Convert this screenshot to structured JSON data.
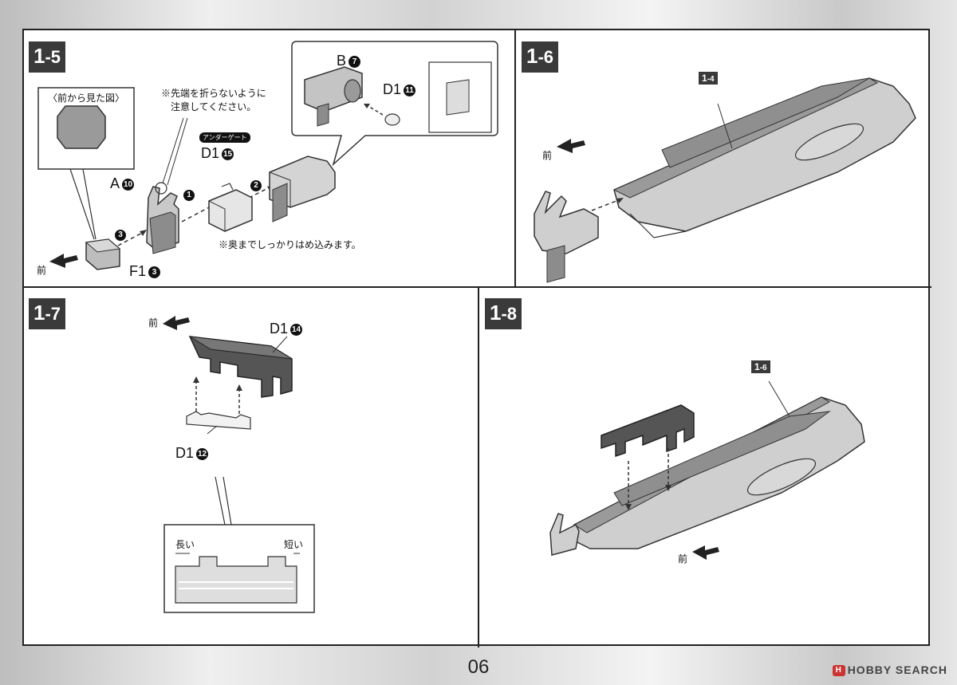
{
  "page_number": "06",
  "watermark": {
    "logo": "H",
    "text": "HOBBY SEARCH"
  },
  "steps": {
    "s1_5": {
      "badge_main": "1",
      "badge_sub": "-5",
      "front_view_title": "〈前から見た図〉",
      "caution_line1": "※先端を折らないように",
      "caution_line2": "注意してください。",
      "under_gate": "アンダーゲート",
      "part_a": "A",
      "part_a_num": "10",
      "part_d1_15": "D1",
      "part_d1_15_num": "15",
      "part_b": "B",
      "part_b_num": "7",
      "part_d1_11": "D1",
      "part_d1_11_num": "11",
      "part_f1": "F1",
      "part_f1_num": "3",
      "arrow1": "1",
      "arrow2": "2",
      "arrow3": "3",
      "note": "※奥までしっかりはめ込みます。",
      "front": "前"
    },
    "s1_6": {
      "badge_main": "1",
      "badge_sub": "-6",
      "ref_main": "1",
      "ref_sub": "-4",
      "front": "前"
    },
    "s1_7": {
      "badge_main": "1",
      "badge_sub": "-7",
      "front": "前",
      "part_d1_14": "D1",
      "part_d1_14_num": "14",
      "part_d1_12": "D1",
      "part_d1_12_num": "12",
      "long": "長い",
      "short": "短い"
    },
    "s1_8": {
      "badge_main": "1",
      "badge_sub": "-8",
      "ref_main": "1",
      "ref_sub": "-6",
      "front": "前"
    }
  }
}
